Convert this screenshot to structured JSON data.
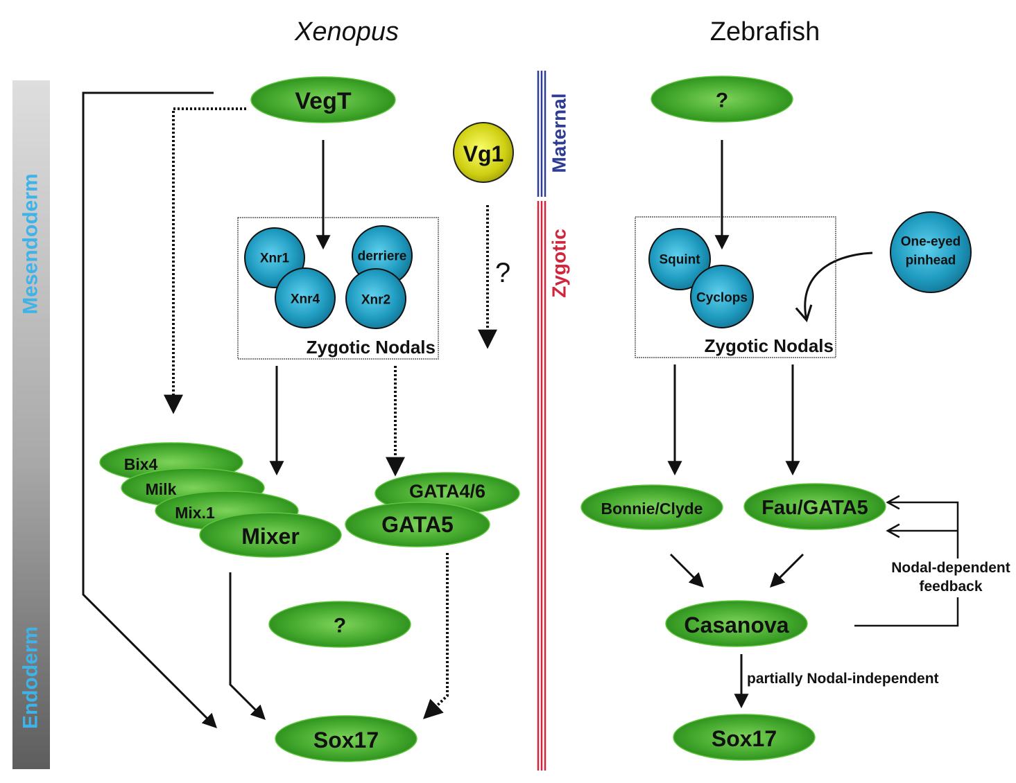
{
  "titles": {
    "left": "Xenopus",
    "right": "Zebrafish"
  },
  "bands": {
    "top": "Mesendoderm",
    "bottom": "Endoderm"
  },
  "phases": {
    "maternal": "Maternal",
    "zygotic": "Zygotic"
  },
  "colors": {
    "green_node": "#3faa2a",
    "teal_node": "#1f9bbf",
    "yellow_node": "#d8d81a",
    "maternal_line": "#2e3d93",
    "zygotic_line": "#d2243a",
    "band_label": "#3fb3e8"
  },
  "xenopus": {
    "vegt": "VegT",
    "vg1": "Vg1",
    "vg1_question": "?",
    "nodals_box_label": "Zygotic Nodals",
    "nodals": [
      "Xnr1",
      "Xnr4",
      "derriere",
      "Xnr2"
    ],
    "mix_family": [
      "Bix4",
      "Milk",
      "Mix.1",
      "Mixer"
    ],
    "gata": [
      "GATA4/6",
      "GATA5"
    ],
    "unknown": "?",
    "sox17": "Sox17"
  },
  "zebrafish": {
    "maternal_unknown": "?",
    "nodals_box_label": "Zygotic Nodals",
    "nodals": [
      "Squint",
      "Cyclops"
    ],
    "oep": [
      "One-eyed",
      "pinhead"
    ],
    "bonnie_clyde": "Bonnie/Clyde",
    "fau_gata5": "Fau/GATA5",
    "casanova": "Casanova",
    "sox17": "Sox17",
    "feedback_label": [
      "Nodal-dependent",
      "feedback"
    ],
    "independent_label": "partially Nodal-independent"
  }
}
